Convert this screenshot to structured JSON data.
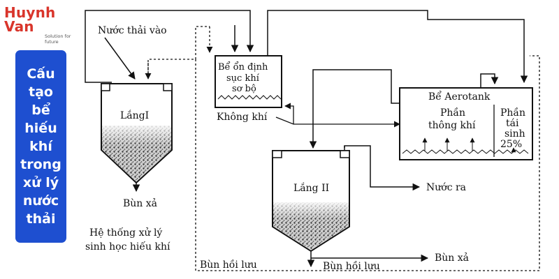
{
  "brand": {
    "name": "Huynh Van",
    "tagline": "Solution for future"
  },
  "side_title": "Cấu tạo bể hiếu khí trong xử lý nước thải",
  "labels": {
    "influent": "Nước thải vào",
    "settling1": "LắngI",
    "sludge_out_1": "Bùn xả",
    "system_caption_1": "Hệ thống xử lý",
    "system_caption_2": "sinh học hiếu khí",
    "equalization_1": "Bể ổn định",
    "equalization_2": "sục khí",
    "equalization_3": "sơ bộ",
    "air": "Không khí",
    "aerotank": "Bể Aerotank",
    "aeration_1": "Phần",
    "aeration_2": "thông khí",
    "regen_1": "Phần",
    "regen_2": "tái",
    "regen_3": "sinh",
    "regen_4": "25%",
    "settling2": "Lắng II",
    "water_out": "Nước ra",
    "return_sludge_left": "Bùn hồi lưu",
    "return_sludge_bottom": "Bùn hồi lưu",
    "sludge_out_2": "Bùn xả"
  },
  "colors": {
    "side_bg": "#1e4fd0",
    "brand": "#d9352b",
    "line": "#111111"
  }
}
